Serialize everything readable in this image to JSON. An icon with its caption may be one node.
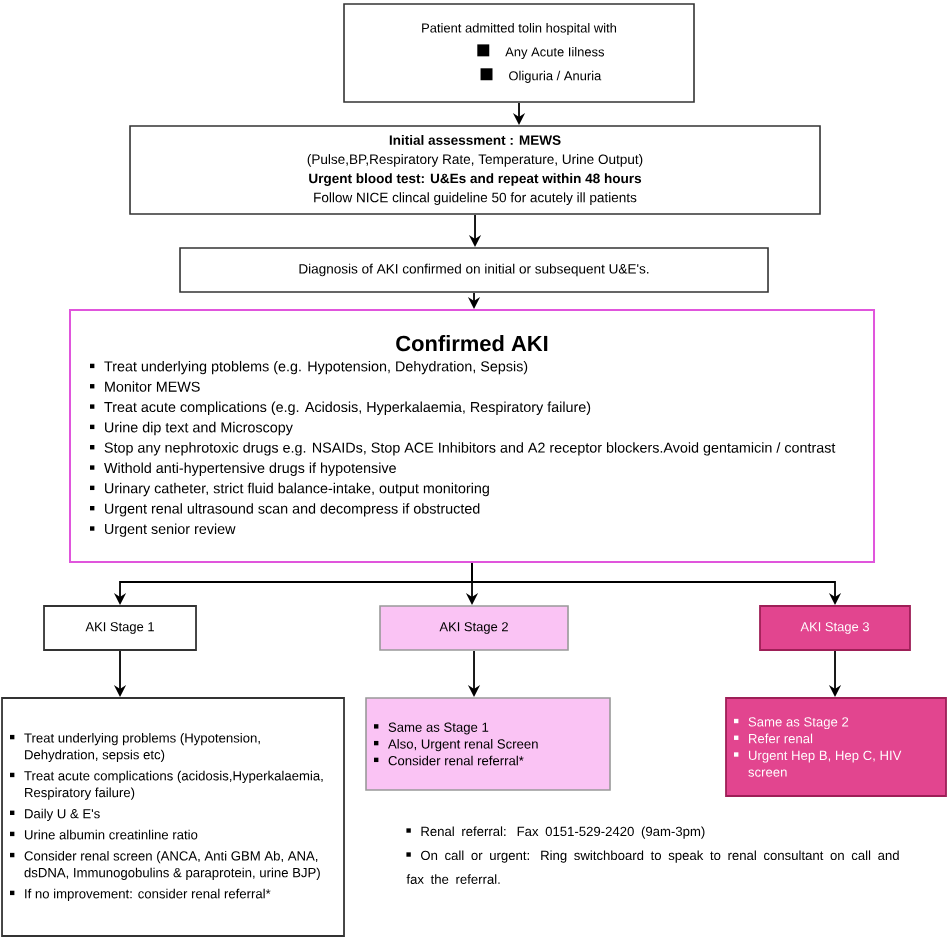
{
  "diagram": {
    "nodes": [
      {
        "text": [
          "Patient admitted tolin hospital with",
          "Any Acute Iilness",
          "Oliguria / Anuria"
        ]
      },
      {
        "text": [
          "Initial assessment : MEWS",
          "(Pulse,BP,Respiratory Rate, Temperature, Urine Output)",
          "Urgent blood test: U&Es and repeat within 48 hours",
          "Follow NICE clincal guideline 50 for acutely ill patients"
        ]
      },
      {
        "text": [
          "Diagnosis of AKI confirmed on initial or subsequent U&E's."
        ]
      },
      {
        "text": [
          "Confirmed AKI",
          "Treat underlying ptoblems (e.g. Hypotension, Dehydration, Sepsis)",
          "Monitor MEWS",
          "Treat acute complications (e.g. Acidosis, Hyperkalaemia, Respiratory failure)",
          "Urine dip text and Microscopy",
          "Stop any nephrotoxic drugs e.g. NSAIDs, Stop ACE Inhibitors and A2 receptor blockers.Avoid gentamicin / contrast",
          "Withold anti-hypertensive drugs if hypotensive",
          "Urinary catheter, strict fluid balance-intake, output monitoring",
          "Urgent renal ultrasound scan and decompress if obstructed",
          "Urgent senior review"
        ]
      },
      {
        "text": [
          "AKI Stage 1"
        ]
      },
      {
        "text": [
          "AKI Stage 2"
        ]
      },
      {
        "text": [
          "AKI Stage 3"
        ]
      },
      {
        "text": [
          "Treat underlying problems (Hypotension, Dehydration, sepsis etc)",
          "Treat acute complications (acidosis,Hyperkalaemia, Respiratory failure)",
          "Daily U & E's",
          "Urine albumin creatinline ratio",
          "Consider renal screen (ANCA, Anti GBM Ab, ANA, dsDNA, Immunogobulins & paraprotein, urine BJP)",
          "If no improvement: consider renal referral*"
        ]
      },
      {
        "text": [
          "Same as Stage 1",
          "Also, Urgent renal Screen",
          "Consider renal referral*"
        ]
      },
      {
        "text": [
          "Same as Stage 2",
          "Refer renal",
          "Urgent Hep B, Hep C, HIV screen"
        ]
      }
    ],
    "edges": [
      {
        "from": 0,
        "to": 1,
        "arrow": "to"
      },
      {
        "from": 1,
        "to": 2,
        "arrow": "to"
      },
      {
        "from": 2,
        "to": 3,
        "arrow": "to"
      },
      {
        "from": 3,
        "to": 4,
        "arrow": "to"
      },
      {
        "from": 3,
        "to": 5,
        "arrow": "to"
      },
      {
        "from": 3,
        "to": 6,
        "arrow": "to"
      },
      {
        "from": 4,
        "to": 7,
        "arrow": "to"
      },
      {
        "from": 5,
        "to": 8,
        "arrow": "to"
      },
      {
        "from": 6,
        "to": 9,
        "arrow": "to"
      }
    ],
    "labels": [
      "Renal referral: Fax 0151-529-2420 (9am-3pm)",
      "On call or urgent: Ring switchboard to speak to renal consultant on call and fax the referral."
    ]
  }
}
